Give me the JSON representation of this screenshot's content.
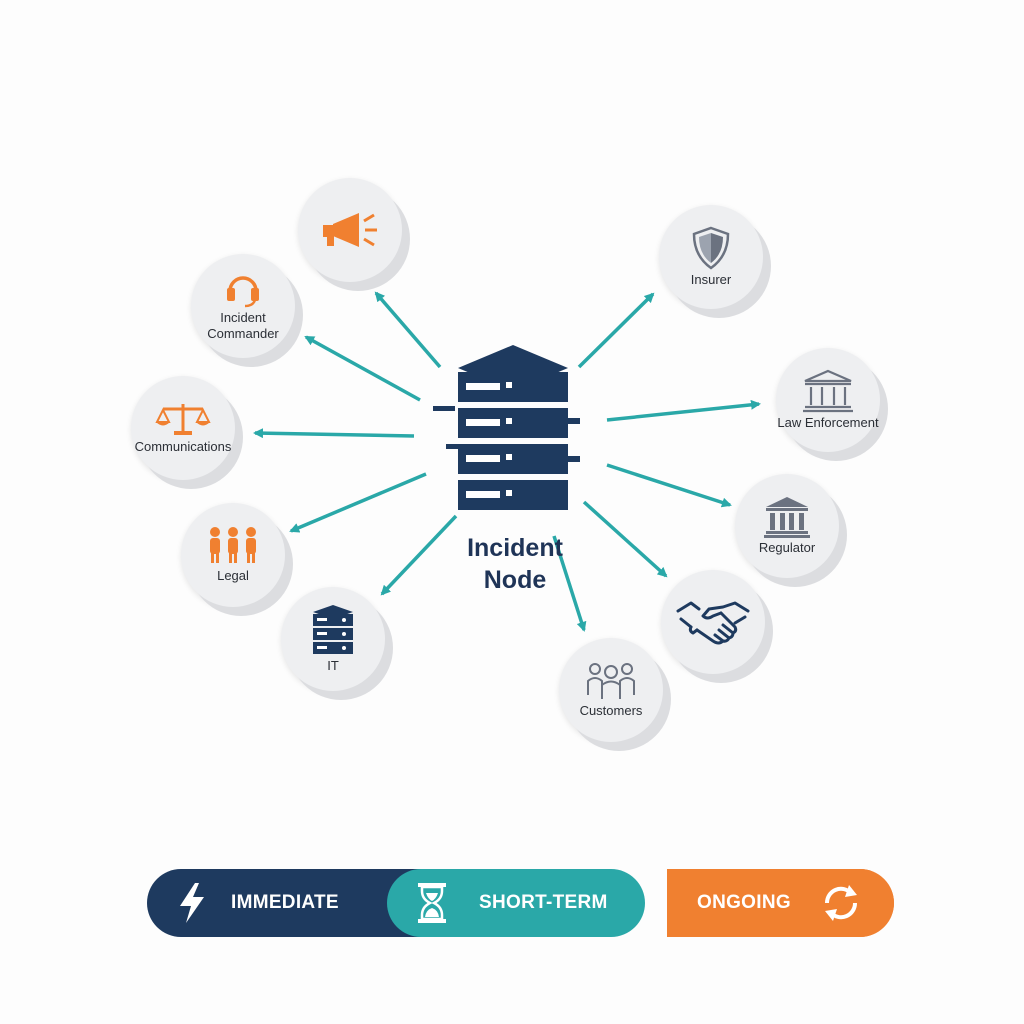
{
  "diagram": {
    "center": {
      "title_line1": "Incident",
      "title_line2": "Node",
      "icon": "server-stack-icon"
    },
    "nodes": [
      {
        "key": "megaphone",
        "label": "",
        "icon": "megaphone-icon"
      },
      {
        "key": "incident-commander",
        "label_line1": "Incident",
        "label_line2": "Commander",
        "icon": "headset-icon"
      },
      {
        "key": "communications",
        "label": "Communications",
        "icon": "scales-icon"
      },
      {
        "key": "legal",
        "label": "Legal",
        "icon": "people-icon"
      },
      {
        "key": "it",
        "label": "IT",
        "icon": "server-icon"
      },
      {
        "key": "customers",
        "label": "Customers",
        "icon": "group-icon"
      },
      {
        "key": "handshake",
        "label": "",
        "icon": "handshake-icon"
      },
      {
        "key": "regulator",
        "label": "Regulator",
        "icon": "building-icon"
      },
      {
        "key": "law-enforcement",
        "label": "Law Enforcement",
        "icon": "courthouse-icon"
      },
      {
        "key": "insurer",
        "label": "Insurer",
        "icon": "shield-icon"
      }
    ]
  },
  "timeline": {
    "segments": [
      {
        "label": "IMMEDIATE",
        "icon": "lightning-icon",
        "color": "#1e3a5f"
      },
      {
        "label": "SHORT-TERM",
        "icon": "hourglass-icon",
        "color": "#2aa8a8"
      },
      {
        "label": "ONGOING",
        "icon": "refresh-icon",
        "color": "#f08030"
      }
    ]
  },
  "colors": {
    "navy": "#1e3a5f",
    "teal": "#2aa8a8",
    "orange": "#f08030",
    "gray": "#6b7280"
  }
}
